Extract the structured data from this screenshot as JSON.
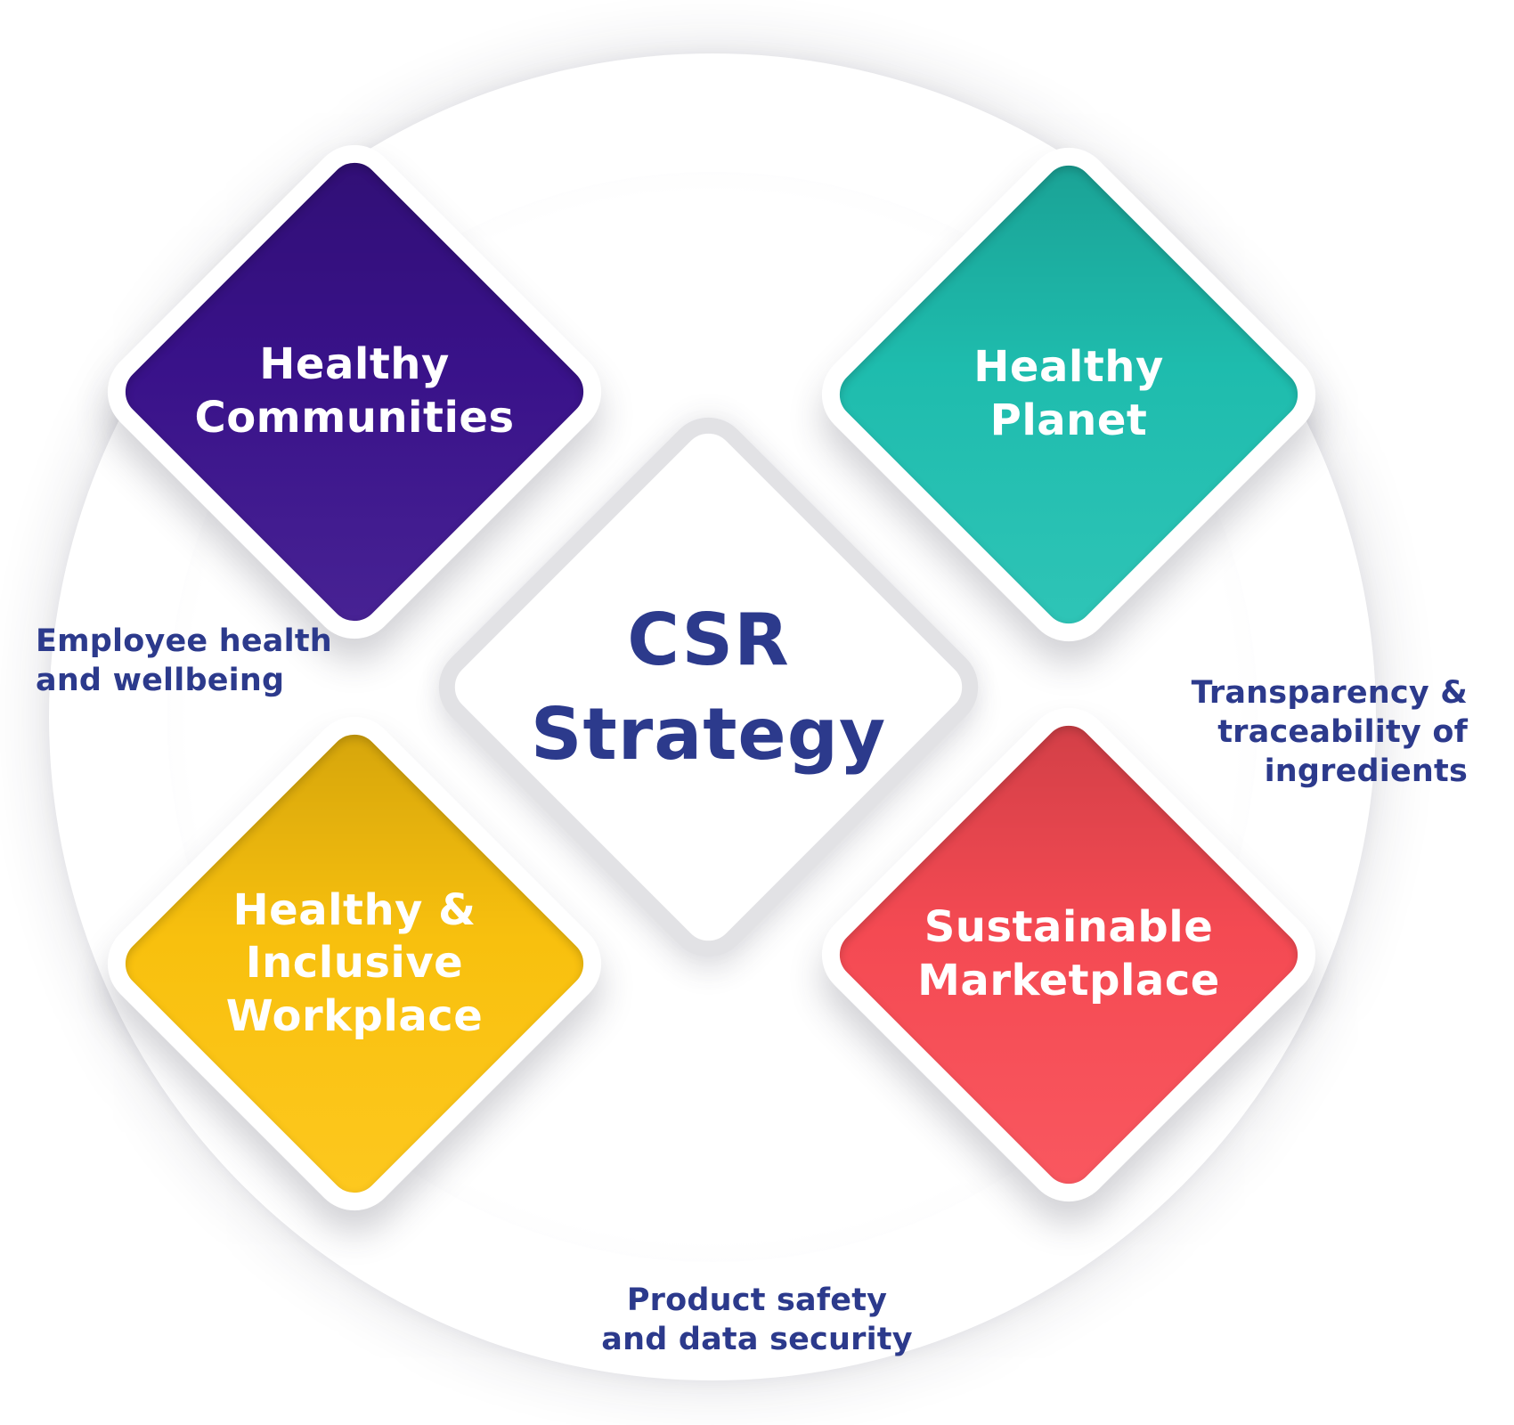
{
  "center": {
    "label": "CSR\nStrategy",
    "text_color": "#2c3a8c",
    "fill": "#ffffff",
    "border_color": "#e2e2e5"
  },
  "quadrants": [
    {
      "id": "healthy-communities",
      "position": "top-left",
      "label": "Healthy\nCommunities",
      "color": "#3a128c"
    },
    {
      "id": "healthy-planet",
      "position": "top-right",
      "label": "Healthy\nPlanet",
      "color": "#1fc0b1"
    },
    {
      "id": "healthy-inclusive-workplace",
      "position": "bottom-left",
      "label": "Healthy &\nInclusive\nWorkplace",
      "color": "#fdc40e"
    },
    {
      "id": "sustainable-marketplace",
      "position": "bottom-right",
      "label": "Sustainable\nMarketplace",
      "color": "#f94b54"
    }
  ],
  "annotations": [
    {
      "id": "employee-health",
      "text": "Employee health\nand wellbeing",
      "placement": "left"
    },
    {
      "id": "transparency-traceability",
      "text": "Transparency &\ntraceability of\ningredients",
      "placement": "right"
    },
    {
      "id": "product-safety",
      "text": "Product safety\nand data security",
      "placement": "bottom"
    }
  ],
  "colors": {
    "annotation_text": "#2c3a8c",
    "diamond_label_text": "#ffffff",
    "ring_band": "#ffffff",
    "background": "#ffffff"
  }
}
